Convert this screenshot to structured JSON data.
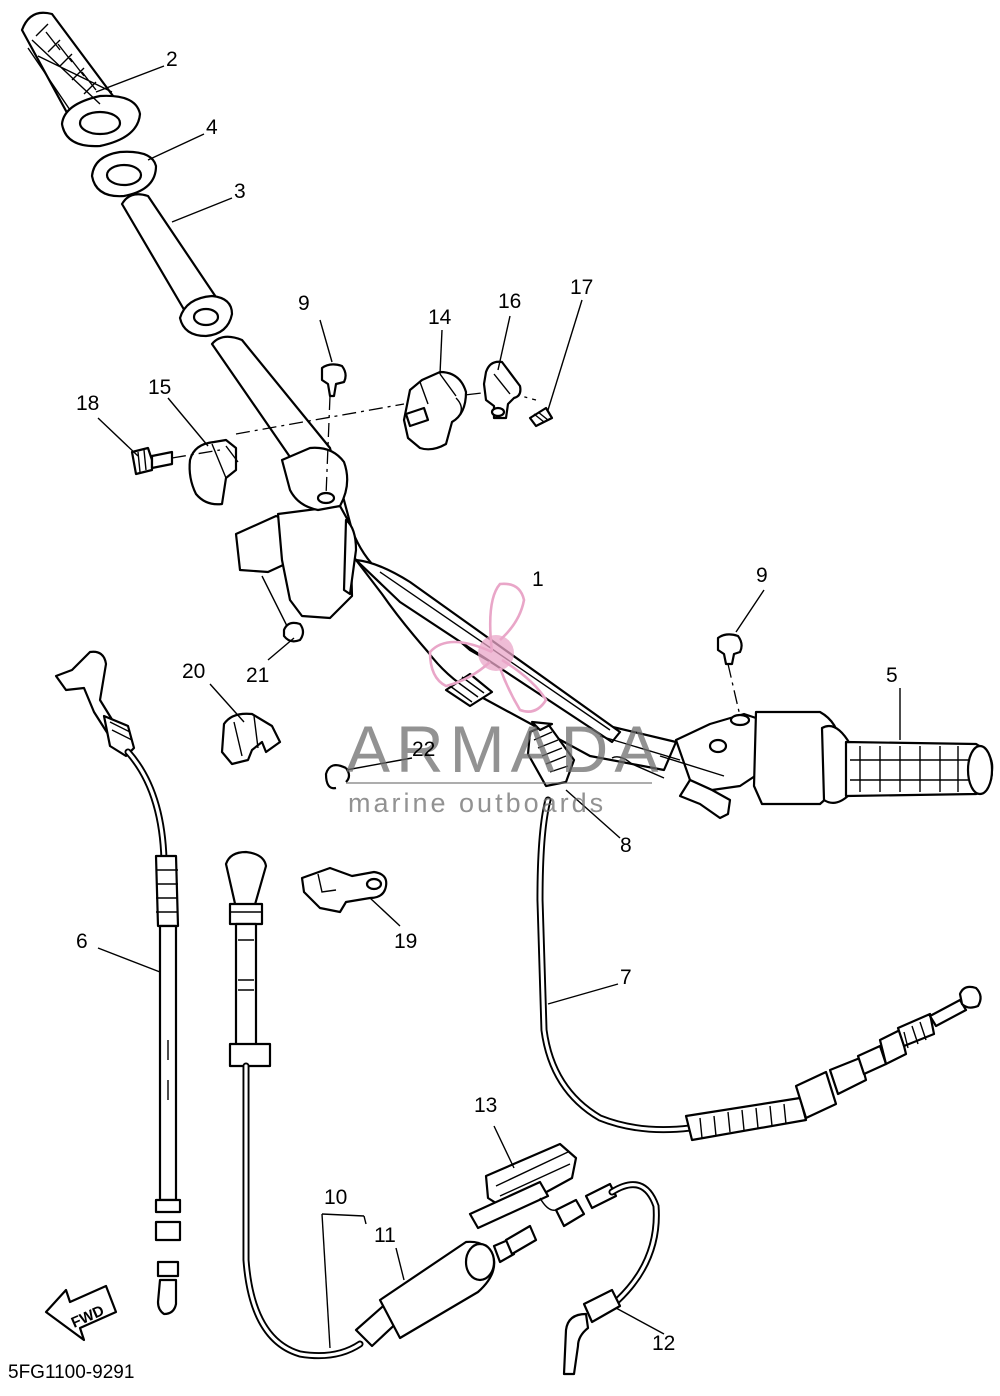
{
  "callouts": {
    "c1": "1",
    "c2": "2",
    "c3": "3",
    "c4": "4",
    "c5": "5",
    "c6": "6",
    "c7": "7",
    "c8": "8",
    "c9a": "9",
    "c9b": "9",
    "c10": "10",
    "c11": "11",
    "c12": "12",
    "c13": "13",
    "c14": "14",
    "c15": "15",
    "c16": "16",
    "c17": "17",
    "c18": "18",
    "c19": "19",
    "c20": "20",
    "c21": "21",
    "c22": "22"
  },
  "drawing_code": "5FG1100-9291",
  "direction_label": "FWD",
  "watermark": {
    "brand": "ARMADA",
    "tagline": "marine outboards",
    "logo_color": "#e9a6c8",
    "text_color": "#6d6d6d"
  }
}
